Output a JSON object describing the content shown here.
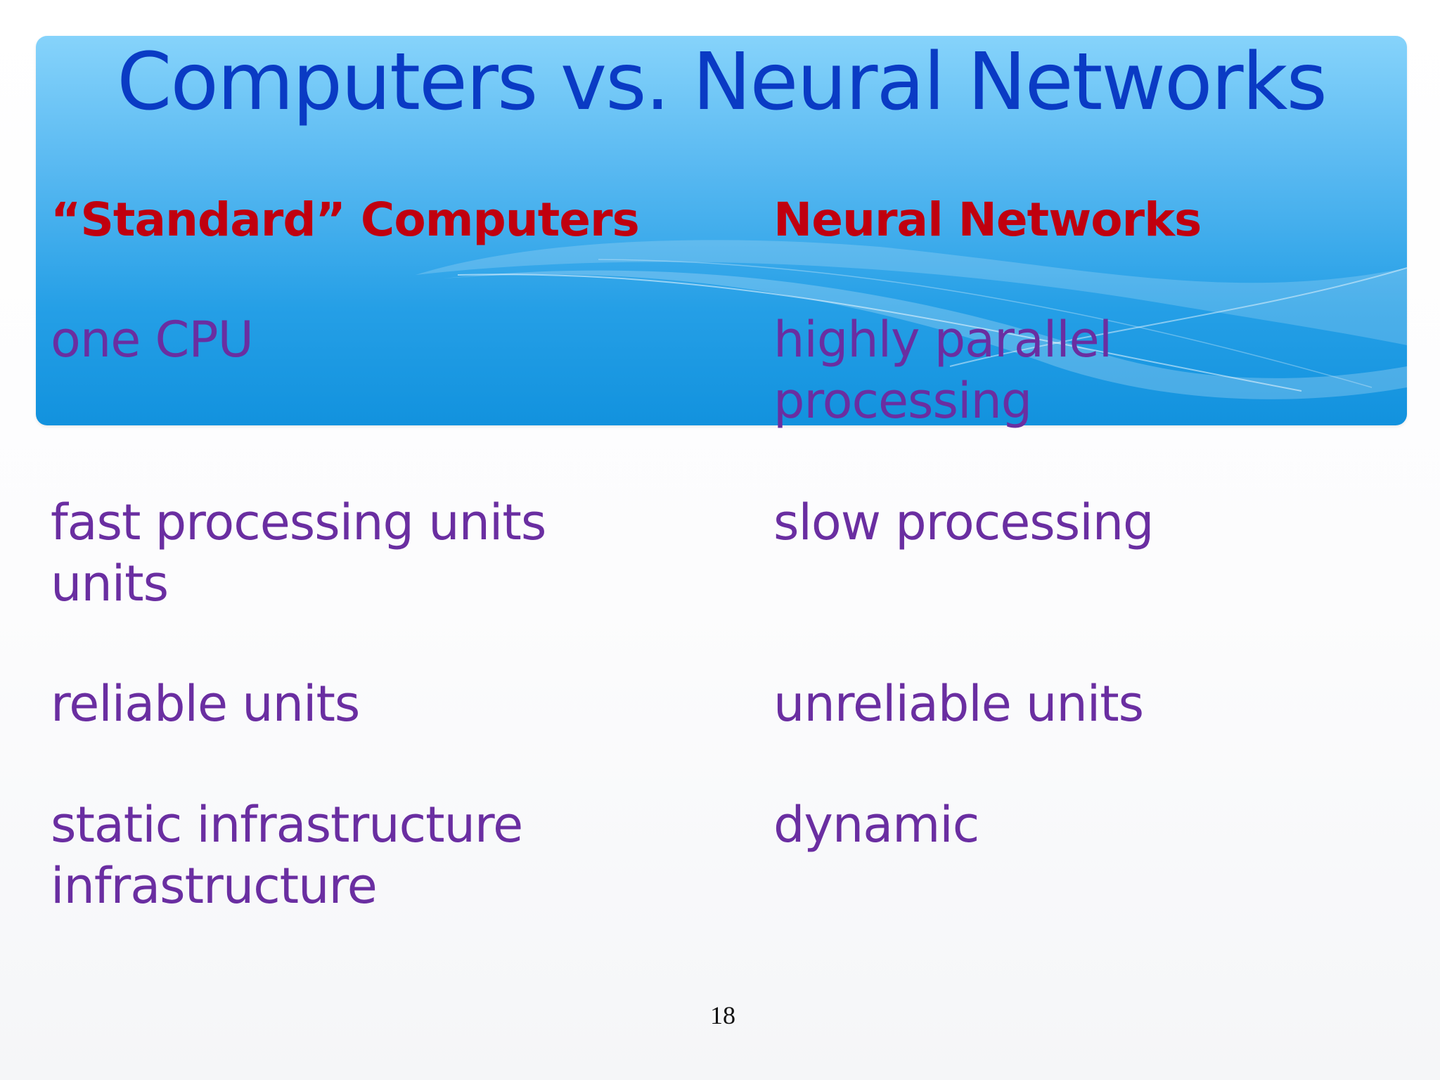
{
  "slide": {
    "title": "Computers vs. Neural Networks",
    "left_header": "“Standard” Computers",
    "right_header": "Neural Networks",
    "left_items": [
      {
        "line1": "one CPU",
        "line2": ""
      },
      {
        "line1": "fast processing units",
        "line2": "units"
      },
      {
        "line1": "reliable units",
        "line2": ""
      },
      {
        "line1": "static infrastructure",
        "line2": "infrastructure"
      }
    ],
    "right_items": [
      {
        "line1": "highly parallel",
        "line2": "processing"
      },
      {
        "line1": "slow processing",
        "line2": ""
      },
      {
        "line1": "unreliable units",
        "line2": ""
      },
      {
        "line1": "dynamic",
        "line2": ""
      }
    ],
    "page_number": "18"
  },
  "colors": {
    "title": "#0a3bc4",
    "header": "#c0000f",
    "body_text": "#6a2ea1",
    "banner_top": "#86d3fb",
    "banner_bottom": "#1292de"
  }
}
